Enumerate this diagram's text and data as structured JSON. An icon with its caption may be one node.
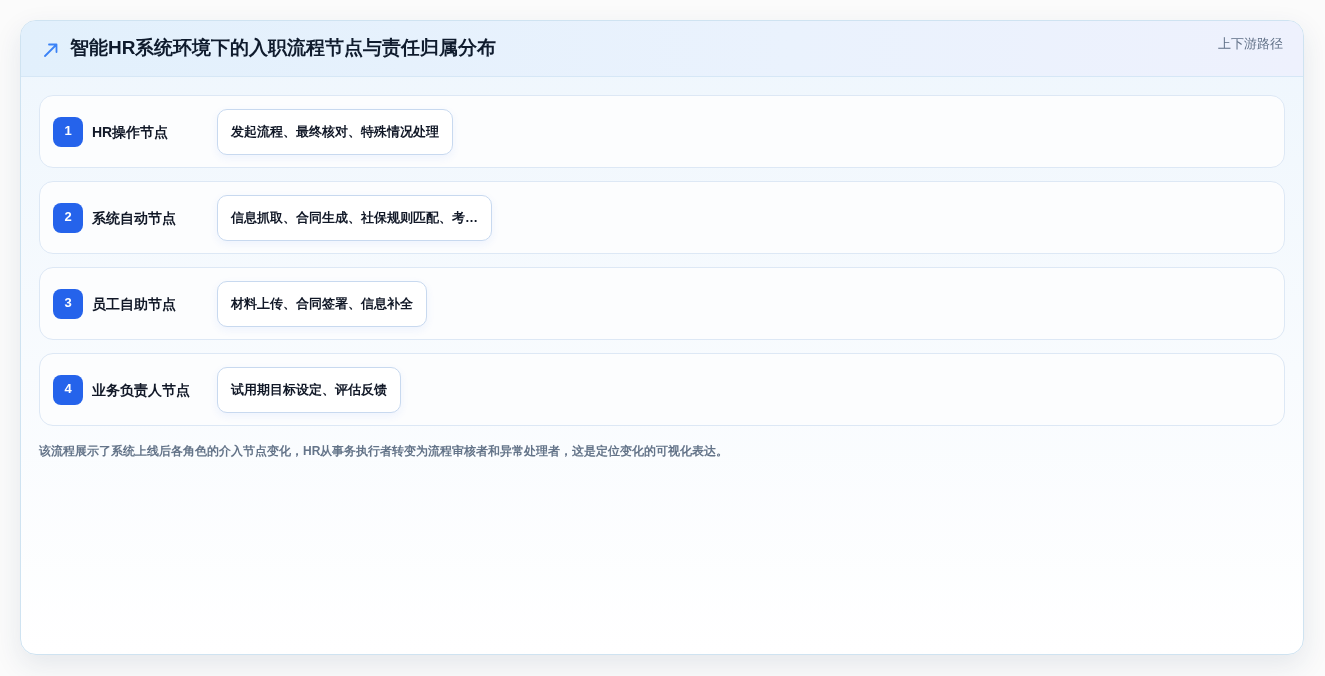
{
  "diagram": {
    "title": "智能HR系统环境下的入职流程节点与责任归属分布",
    "nodes": [
      {
        "text": [
          "HR操作节点"
        ]
      },
      {
        "text": [
          "1"
        ],
        "in": 0
      },
      {
        "text": [
          "发起流程、最终核对、特殊情况处理"
        ],
        "in": 0
      },
      {
        "text": [
          "系统自动节点"
        ]
      },
      {
        "text": [
          "2"
        ],
        "in": 3
      },
      {
        "text": [
          "信息抓取、合同生成、社保规则匹配、考…"
        ],
        "in": 3
      },
      {
        "text": [
          "员工自助节点"
        ]
      },
      {
        "text": [
          "3"
        ],
        "in": 6
      },
      {
        "text": [
          "材料上传、合同签署、信息补全"
        ],
        "in": 6
      },
      {
        "text": [
          "业务负责人节点"
        ]
      },
      {
        "text": [
          "4"
        ],
        "in": 9
      },
      {
        "text": [
          "试用期目标设定、评估反馈"
        ],
        "in": 9
      }
    ],
    "labels": [
      "上下游路径"
    ],
    "caption": "该流程展示了系统上线后各角色的介入节点变化，HR从事务执行者转变为流程审核者和异常处理者，这是定位变化的可视化表达。"
  }
}
